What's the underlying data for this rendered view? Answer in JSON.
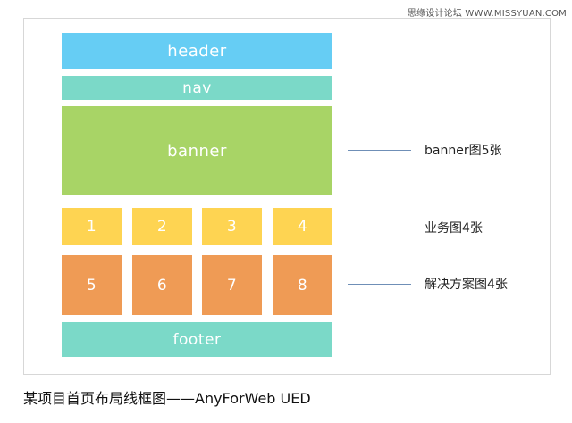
{
  "watermark": "思缘设计论坛 WWW.MISSYUAN.COM",
  "blocks": {
    "header": "header",
    "nav": "nav",
    "banner": "banner",
    "business": [
      "1",
      "2",
      "3",
      "4"
    ],
    "solutions": [
      "5",
      "6",
      "7",
      "8"
    ],
    "footer": "footer"
  },
  "annotations": {
    "banner": "banner图5张",
    "business": "业务图4张",
    "solutions": "解决方案图4张"
  },
  "caption": "某项目首页布局线框图——AnyForWeb  UED",
  "colors": {
    "header": "#66cdf4",
    "nav": "#7bd9c8",
    "banner": "#a8d466",
    "business": "#fed452",
    "solutions": "#ef9b55",
    "footer": "#7bd9c8",
    "connector": "#6f8fb7"
  }
}
